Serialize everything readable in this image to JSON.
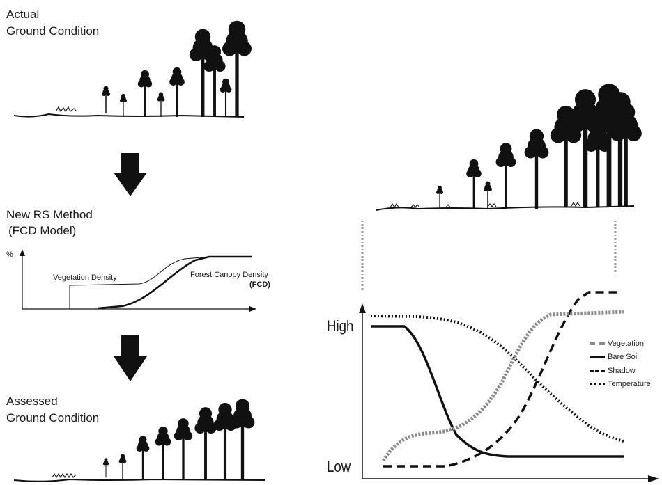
{
  "left": {
    "actual_title_line1": "Actual",
    "actual_title_line2": "Ground Condition",
    "method_title_line1": "New RS Method",
    "method_title_line2": "(FCD Model)",
    "percent_label": "%",
    "vegetation_density_label": "Vegetation Density",
    "fcd_label_line1": "Forest Canopy Density",
    "fcd_label_line2": "(FCD)",
    "assessed_title_line1": "Assessed",
    "assessed_title_line2": "Ground Condition"
  },
  "right": {
    "high_label": "High",
    "low_label": "Low",
    "legend": [
      {
        "label": "Vegetation",
        "style": "hatched-gray"
      },
      {
        "label": "Bare Soil",
        "style": "solid"
      },
      {
        "label": "Shadow",
        "style": "dashed"
      },
      {
        "label": "Temperature",
        "style": "dotted"
      }
    ]
  },
  "colors": {
    "ink": "#111111",
    "vegetation_gray": "#8a8a8a"
  }
}
